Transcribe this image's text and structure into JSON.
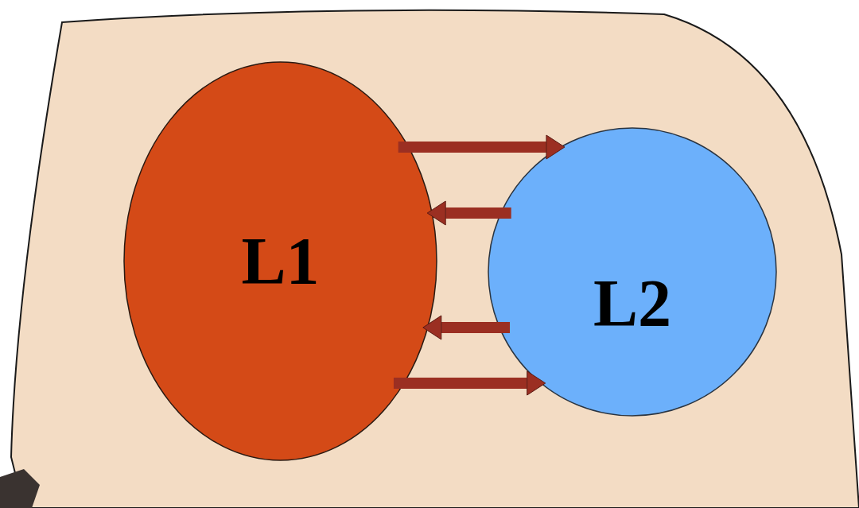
{
  "diagram": {
    "nodes": [
      {
        "text": [
          "L1"
        ]
      },
      {
        "text": [
          "L2"
        ]
      }
    ],
    "edges": [
      {
        "from": 0,
        "to": 1,
        "arrow": "to"
      },
      {
        "from": 1,
        "to": 0,
        "arrow": "to"
      },
      {
        "from": 1,
        "to": 0,
        "arrow": "to"
      },
      {
        "from": 0,
        "to": 1,
        "arrow": "to"
      }
    ]
  }
}
